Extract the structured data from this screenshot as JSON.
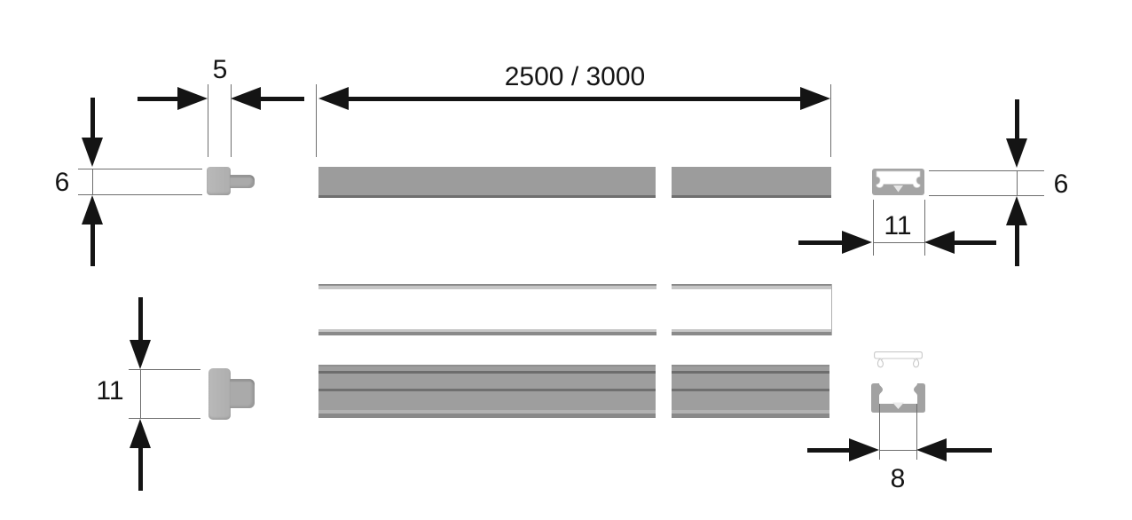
{
  "diagram": {
    "type": "technical-drawing",
    "dimensions": {
      "end_cap_flange_width": "5",
      "profile_height_left": "6",
      "length": "2500 / 3000",
      "profile_outer_width": "11",
      "profile_height_right": "6",
      "end_cap_height": "11",
      "profile_inner_width": "8"
    },
    "colors": {
      "background": "#ffffff",
      "bar_gray": "#9c9c9c",
      "bar_edge_dark": "#6f6f6f",
      "cap_gray": "#b2b2b2",
      "tab_gray": "#aaaaaa",
      "profile_gray": "#a4a4a4",
      "diffuser_white": "#ffffff",
      "dimension_line": "#141414",
      "extension_line": "#6e6e6e"
    }
  }
}
